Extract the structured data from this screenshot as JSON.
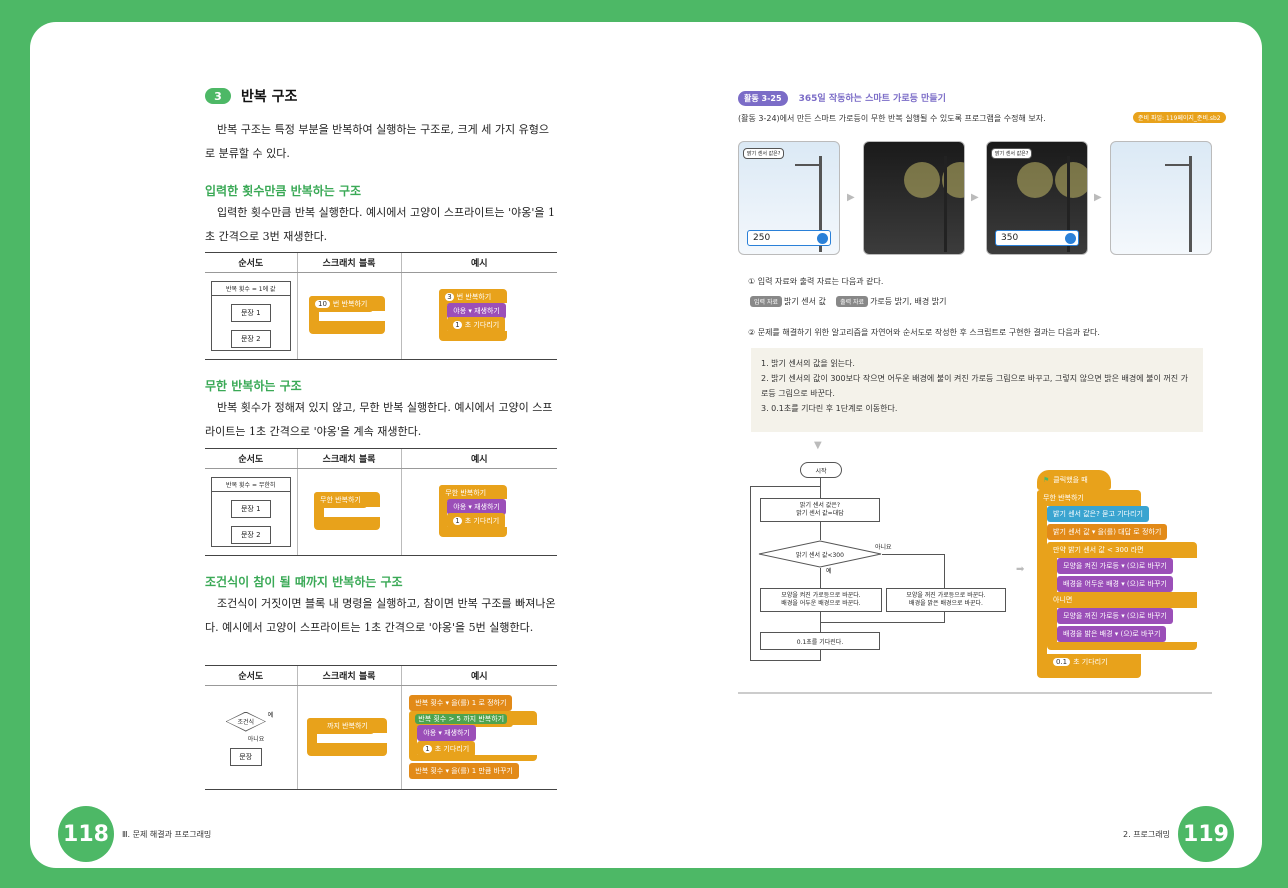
{
  "left_page": {
    "section": {
      "num": "3",
      "title": "반복 구조"
    },
    "intro": "반복 구조는 특정 부분을 반복하여 실행하는 구조로, 크게 세 가지 유형으로 분류할 수 있다.",
    "sub1": {
      "title": "입력한 횟수만큼 반복하는 구조",
      "text": "입력한 횟수만큼 반복 실행한다. 예시에서 고양이 스프라이트는 '야옹'을 1초 간격으로 3번 재생한다."
    },
    "sub2": {
      "title": "무한 반복하는 구조",
      "text": "반복 횟수가 정해져 있지 않고, 무한 반복 실행한다. 예시에서 고양이 스프라이트는 1초 간격으로 '야옹'을 계속 재생한다."
    },
    "sub3": {
      "title": "조건식이 참이 될 때까지 반복하는 구조",
      "text": "조건식이 거짓이면 블록 내 명령을 실행하고, 참이면 반복 구조를 빠져나온다. 예시에서 고양이 스프라이트는 1초 간격으로 '야옹'을 5번 실행한다."
    },
    "table_headers": [
      "순서도",
      "스크래치 블록",
      "예시"
    ],
    "t1": {
      "fc_top": "반복 횟수 = 1에 값",
      "s1": "문장 1",
      "s2": "문장 2",
      "blk": "번 반복하기",
      "blk_num": "10",
      "ex1": "번 반복하기",
      "ex1_num": "3",
      "ex2": "야옹 ▾ 재생하기",
      "ex3": "초 기다리기",
      "ex3_num": "1"
    },
    "t2": {
      "fc_top": "반복 횟수 = 무한히",
      "s1": "문장 1",
      "s2": "문장 2",
      "blk": "무한 반복하기",
      "ex1": "무한 반복하기",
      "ex2": "야옹 ▾ 재생하기",
      "ex3": "초 기다리기",
      "ex3_num": "1"
    },
    "t3": {
      "cond": "조건식",
      "yes": "예",
      "no": "아니요",
      "stmt": "문장",
      "blk": "까지 반복하기",
      "ex1": "반복 횟수 ▾ 을(를) 1 로 정하기",
      "ex2": "반복 횟수 > 5 까지 반복하기",
      "ex3": "야옹 ▾ 재생하기",
      "ex4": "초 기다리기",
      "ex4_num": "1",
      "ex5": "반복 횟수 ▾ 을(를) 1 만큼 바꾸기"
    },
    "footer": {
      "page": "118",
      "chapter": "Ⅲ. 문제 해결과 프로그래밍"
    }
  },
  "right_page": {
    "activity": {
      "badge": "활동 3-25",
      "title": "365일 작동하는 스마트 가로등 만들기"
    },
    "desc": "(활동 3-24)에서 만든 스마트 가로등이 무한 반복 실행될 수 있도록 프로그램을 수정해 보자.",
    "file": "준비 파일: 119페이지_준비.sb2",
    "panels": [
      {
        "bubble": "밝기 센서 값은?",
        "value": "250"
      },
      {
        "bubble": "",
        "value": ""
      },
      {
        "bubble": "밝기 센서 값은?",
        "value": "350"
      },
      {
        "bubble": "",
        "value": ""
      }
    ],
    "q1": "① 입력 자료와 출력 자료는 다음과 같다.",
    "in_tag": "입력 자료",
    "in_val": "밝기 센서 값",
    "out_tag": "출력 자료",
    "out_val": "가로등 밝기, 배경 밝기",
    "q2": "② 문제를 해결하기 위한 알고리즘을 자연어와 순서도로 작성한 후 스크립트로 구현한 결과는 다음과 같다.",
    "algo": [
      "1. 밝기 센서의 값을 읽는다.",
      "2. 밝기 센서의 값이 300보다 작으면 어두운 배경에 불이 켜진 가로등 그림으로 바꾸고, 그렇지 않으면 밝은 배경에 불이 꺼진 가로등 그림으로 바꾼다.",
      "3. 0.1초를 기다린 후 1단계로 이동한다."
    ],
    "flow": {
      "start": "시작",
      "ask": "밝기 센서 값은?\n밝기 센서 값=대답",
      "cond": "밝기 센서 값<300",
      "yes": "예",
      "no": "아니요",
      "on": "모양을 켜진 가로등으로 바꾼다.\n배경을 어두운 배경으로 바꾼다.",
      "off": "모양을 꺼진 가로등으로 바꾼다.\n배경을 밝은 배경으로 바꾼다.",
      "wait": "0.1초를 기다린다."
    },
    "script": {
      "hat": "클릭했을 때",
      "forever": "무한 반복하기",
      "ask": "밝기 센서 값은? 묻고 기다리기",
      "set": "밝기 센서 값 ▾ 을(를) 대답 로 정하기",
      "if": "만약 밝기 센서 값 < 300 라면",
      "s1": "모양을 켜진 가로등 ▾ (으)로 바꾸기",
      "s2": "배경을 어두운 배경 ▾ (으)로 바꾸기",
      "else": "아니면",
      "s3": "모양을 꺼진 가로등 ▾ (으)로 바꾸기",
      "s4": "배경을 밝은 배경 ▾ (으)로 바꾸기",
      "wait": "초 기다리기",
      "wait_num": "0.1"
    },
    "footer": {
      "page": "119",
      "chapter": "2. 프로그래밍"
    }
  }
}
